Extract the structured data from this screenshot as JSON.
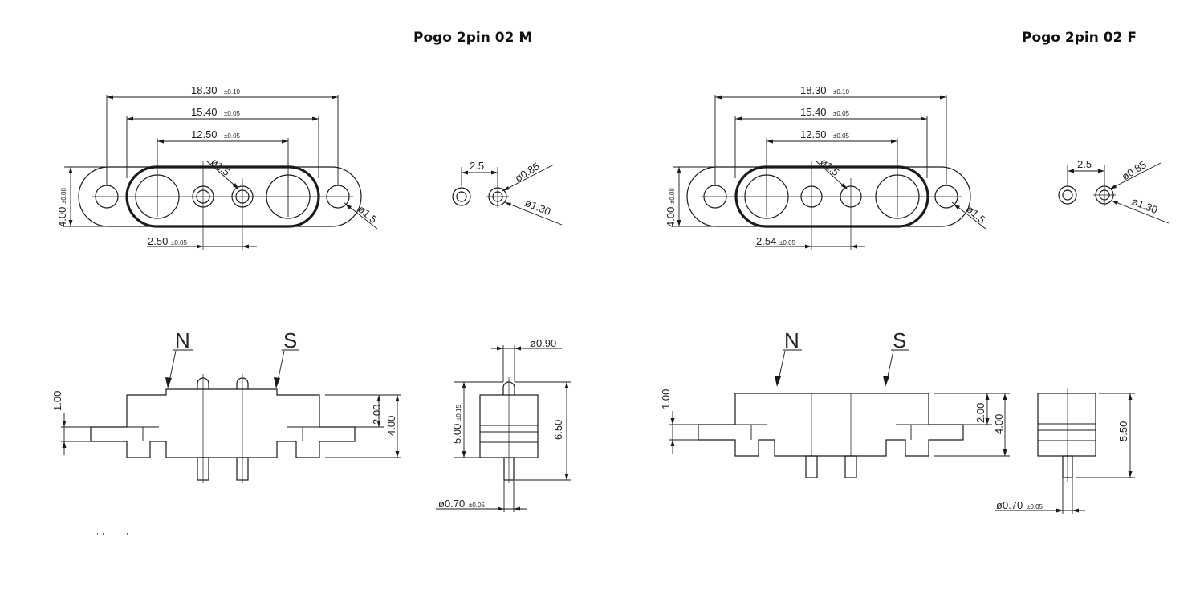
{
  "titles": {
    "male": "Pogo 2pin 02 M",
    "female": "Pogo 2pin 02 F"
  },
  "male": {
    "top": {
      "d1": "18.30",
      "d1_tol": "±0.10",
      "d2": "15.40",
      "d2_tol": "±0.05",
      "d3": "12.50",
      "d3_tol": "±0.05",
      "pitch": "2.50",
      "pitch_tol": "±0.05",
      "height": "4.00",
      "height_tol": "±0.08",
      "hole_top": "ø1.5",
      "hole_right": "ø1.5"
    },
    "detail": {
      "gap": "2.5",
      "inner": "ø0.85",
      "outer": "ø1.30"
    },
    "side": {
      "n_label": "N",
      "s_label": "S",
      "flange": "1.00",
      "d200": "2.00",
      "d400": "4.00"
    },
    "end": {
      "pin_top": "ø0.90",
      "body": "5.00",
      "body_tol": "±0.15",
      "total": "6.50",
      "pin_bottom": "ø0.70",
      "pin_bottom_tol": "±0.05"
    }
  },
  "female": {
    "top": {
      "d1": "18.30",
      "d1_tol": "±0.10",
      "d2": "15.40",
      "d2_tol": "±0.05",
      "d3": "12.50",
      "d3_tol": "±0.05",
      "pitch": "2.54",
      "pitch_tol": "±0.05",
      "height": "4.00",
      "height_tol": "±0.08",
      "hole_top": "ø1.5",
      "hole_right": "ø1.5"
    },
    "detail": {
      "gap": "2.5",
      "inner": "ø0.85",
      "outer": "ø1.30"
    },
    "side": {
      "n_label": "N",
      "s_label": "S",
      "flange": "1.00",
      "d200": "2.00",
      "d400": "4.00"
    },
    "end": {
      "total": "5.50",
      "pin_bottom": "ø0.70",
      "pin_bottom_tol": "±0.05"
    }
  }
}
